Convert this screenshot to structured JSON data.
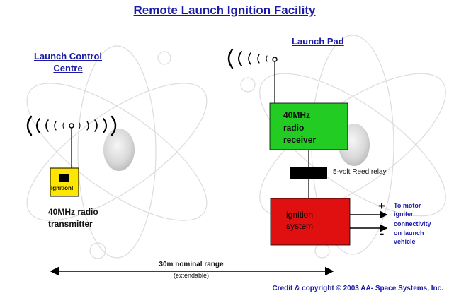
{
  "title": "Remote Launch Ignition Facility",
  "launch_control": {
    "heading": "Launch Control Centre",
    "transmitter_label": "Ignition!",
    "transmitter_desc_line1": "40MHz radio",
    "transmitter_desc_line2": "transmitter"
  },
  "launch_pad": {
    "heading": "Launch Pad",
    "receiver_line1": "40MHz",
    "receiver_line2": "radio",
    "receiver_line3": "receiver",
    "relay_label": "5-volt Reed relay",
    "ignition_line1": "ignition",
    "ignition_line2": "system",
    "plus": "+",
    "minus": "-",
    "motor_line1": "To motor",
    "motor_line2": "igniter",
    "motor_line3": "connectivity",
    "motor_line4": "on launch",
    "motor_line5": "vehicle"
  },
  "range": {
    "label": "30m nominal range",
    "sublabel": "(extendable)"
  },
  "credit": "Credit & copyright © 2003 AA- Space Systems, Inc.",
  "colors": {
    "heading": "#1a1aa6",
    "transmitter": "#ffe600",
    "receiver": "#22cc22",
    "relay": "#000000",
    "ignition": "#e01010",
    "background_orbits": "#d6d6d6"
  }
}
